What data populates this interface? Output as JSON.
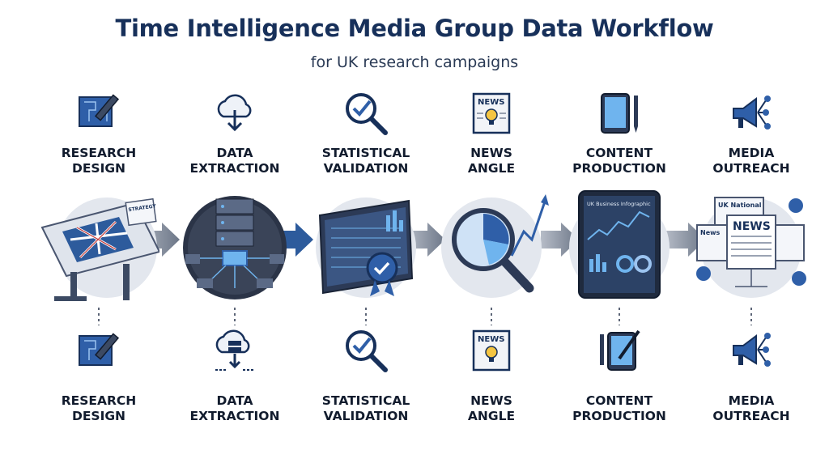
{
  "title": "Time Intelligence Media Group Data Workflow",
  "subtitle": "for UK research campaigns",
  "steps": [
    {
      "line1": "RESEARCH",
      "line2": "DESIGN",
      "icon": "blueprint-pencil-icon",
      "illustration": "drafting-table-illustration",
      "badge_text": "STRATEGY"
    },
    {
      "line1": "DATA",
      "line2": "EXTRACTION",
      "icon": "cloud-download-icon",
      "illustration": "server-stack-illustration"
    },
    {
      "line1": "STATISTICAL",
      "line2": "VALIDATION",
      "icon": "magnifier-check-icon",
      "illustration": "dashboard-validation-illustration"
    },
    {
      "line1": "NEWS",
      "line2": "ANGLE",
      "icon": "newspaper-lightbulb-icon",
      "illustration": "magnifier-chart-illustration",
      "badge_text": "NEWS"
    },
    {
      "line1": "CONTENT",
      "line2": "PRODUCTION",
      "icon": "tablet-pen-icon",
      "illustration": "tablet-infographic-illustration",
      "badge_text": "UK Business Infographic"
    },
    {
      "line1": "MEDIA",
      "line2": "OUTREACH",
      "icon": "megaphone-network-icon",
      "illustration": "newspapers-links-illustration",
      "badge_text": "UK National",
      "badge_text_2": "NEWS",
      "badge_text_3": "News"
    }
  ],
  "colors": {
    "navy": "#17305a",
    "blue": "#2f5fa8",
    "light_blue": "#6fb4ee",
    "grey_arrow": "#8a93a3",
    "dark": "#121c2e"
  }
}
